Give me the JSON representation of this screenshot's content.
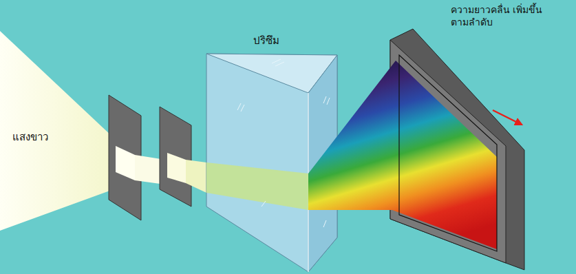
{
  "diagram": {
    "labels": [
      "แสงขาว",
      "ปริซึม",
      "ความยาวคลื่น เพิ่มขึ้นตามลำดับ"
    ]
  }
}
